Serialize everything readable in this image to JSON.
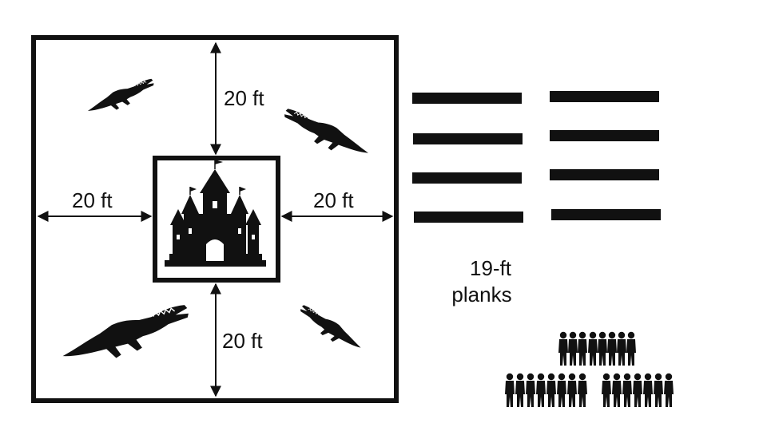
{
  "labels": {
    "top_distance": "20 ft",
    "left_distance": "20 ft",
    "right_distance": "20 ft",
    "bottom_distance": "20 ft",
    "planks_line1": "19-ft",
    "planks_line2": "planks"
  },
  "planks": {
    "count": 8,
    "columns": 2,
    "per_column": 4
  },
  "icons": {
    "castle": "castle-icon",
    "crocodile": "crocodile-icon",
    "people": "people-silhouette-icon"
  },
  "colors": {
    "ink": "#111111",
    "background": "#ffffff"
  }
}
